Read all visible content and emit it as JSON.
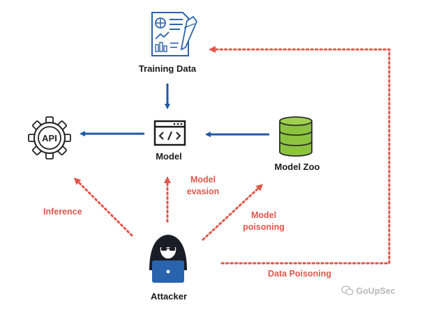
{
  "nodes": {
    "training_data": "Training Data",
    "model": "Model",
    "model_zoo": "Model Zoo",
    "attacker": "Attacker",
    "api_text": "API"
  },
  "attacks": {
    "inference": "Inference",
    "evasion_line1": "Model",
    "evasion_line2": "evasion",
    "poisoning_line1": "Model",
    "poisoning_line2": "poisoning",
    "data_poisoning": "Data Poisoning"
  },
  "watermark": "GoUpSec",
  "colors": {
    "flow_arrow": "#1f57a8",
    "attack_arrow": "#e0574b",
    "icon_blue": "#2a63ad",
    "db_green": "#8cc43f"
  }
}
